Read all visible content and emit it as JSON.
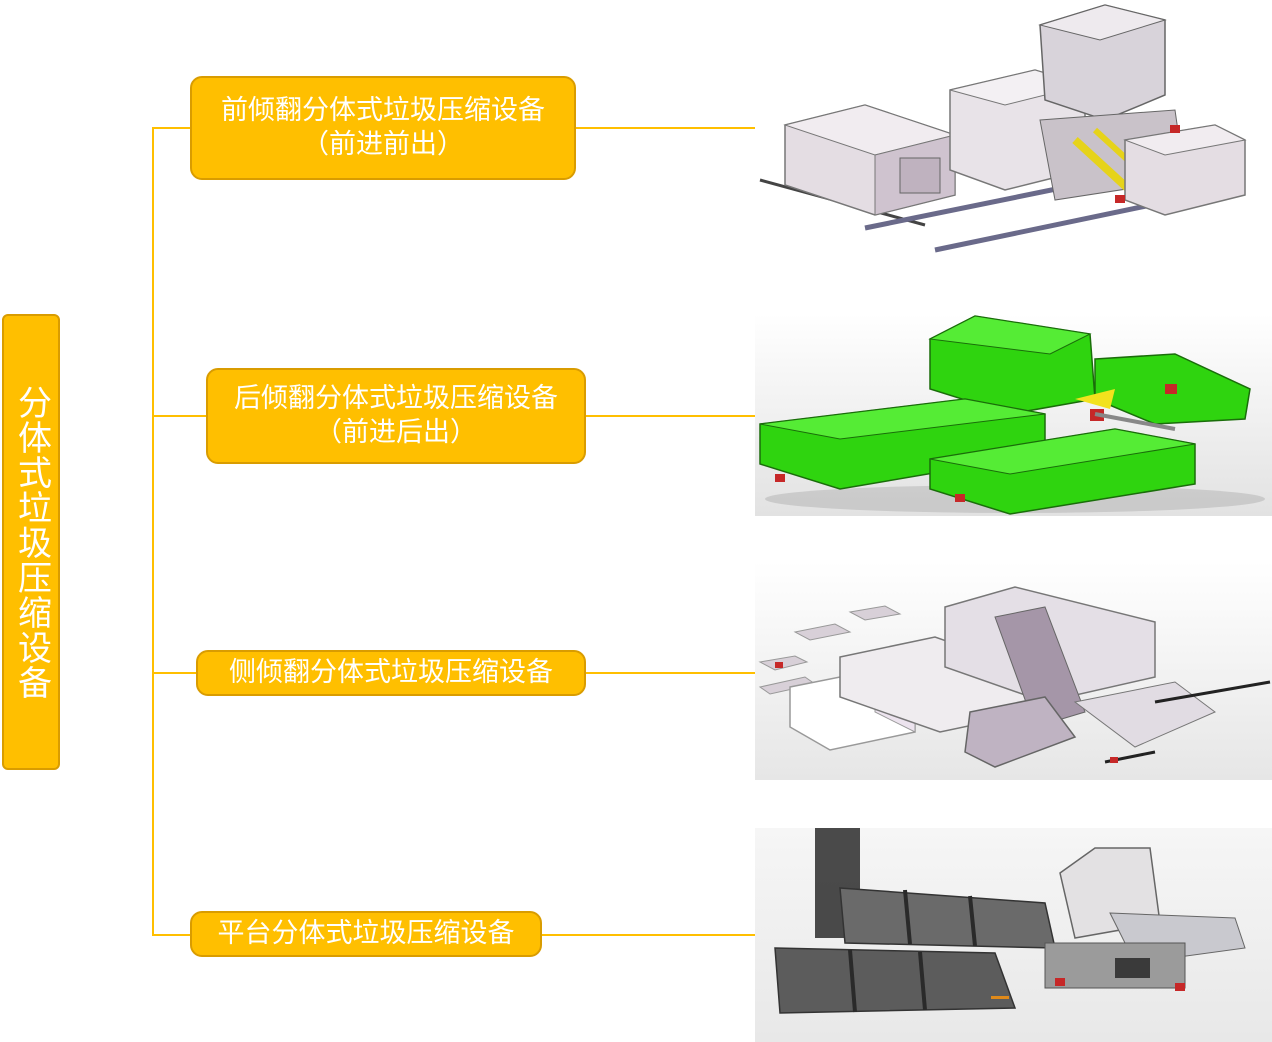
{
  "root": {
    "label": "分体式垃圾压缩设备"
  },
  "branches": [
    {
      "line1": "前倾翻分体式垃圾压缩设备",
      "line2": "（前进前出）"
    },
    {
      "line1": "后倾翻分体式垃圾压缩设备",
      "line2": "（前进后出）"
    },
    {
      "line1": "侧倾翻分体式垃圾压缩设备",
      "line2": ""
    },
    {
      "line1": "平台分体式垃圾压缩设备",
      "line2": ""
    }
  ],
  "colors": {
    "accent": "#ffbf00",
    "accent_border": "#d99c00",
    "text": "#ffffff",
    "green_model": "#33dd11",
    "gray_model": "#8a8a8a"
  },
  "images": [
    {
      "name": "front-tilt-model-image"
    },
    {
      "name": "rear-tilt-model-image"
    },
    {
      "name": "side-tilt-model-image"
    },
    {
      "name": "platform-model-image"
    }
  ]
}
